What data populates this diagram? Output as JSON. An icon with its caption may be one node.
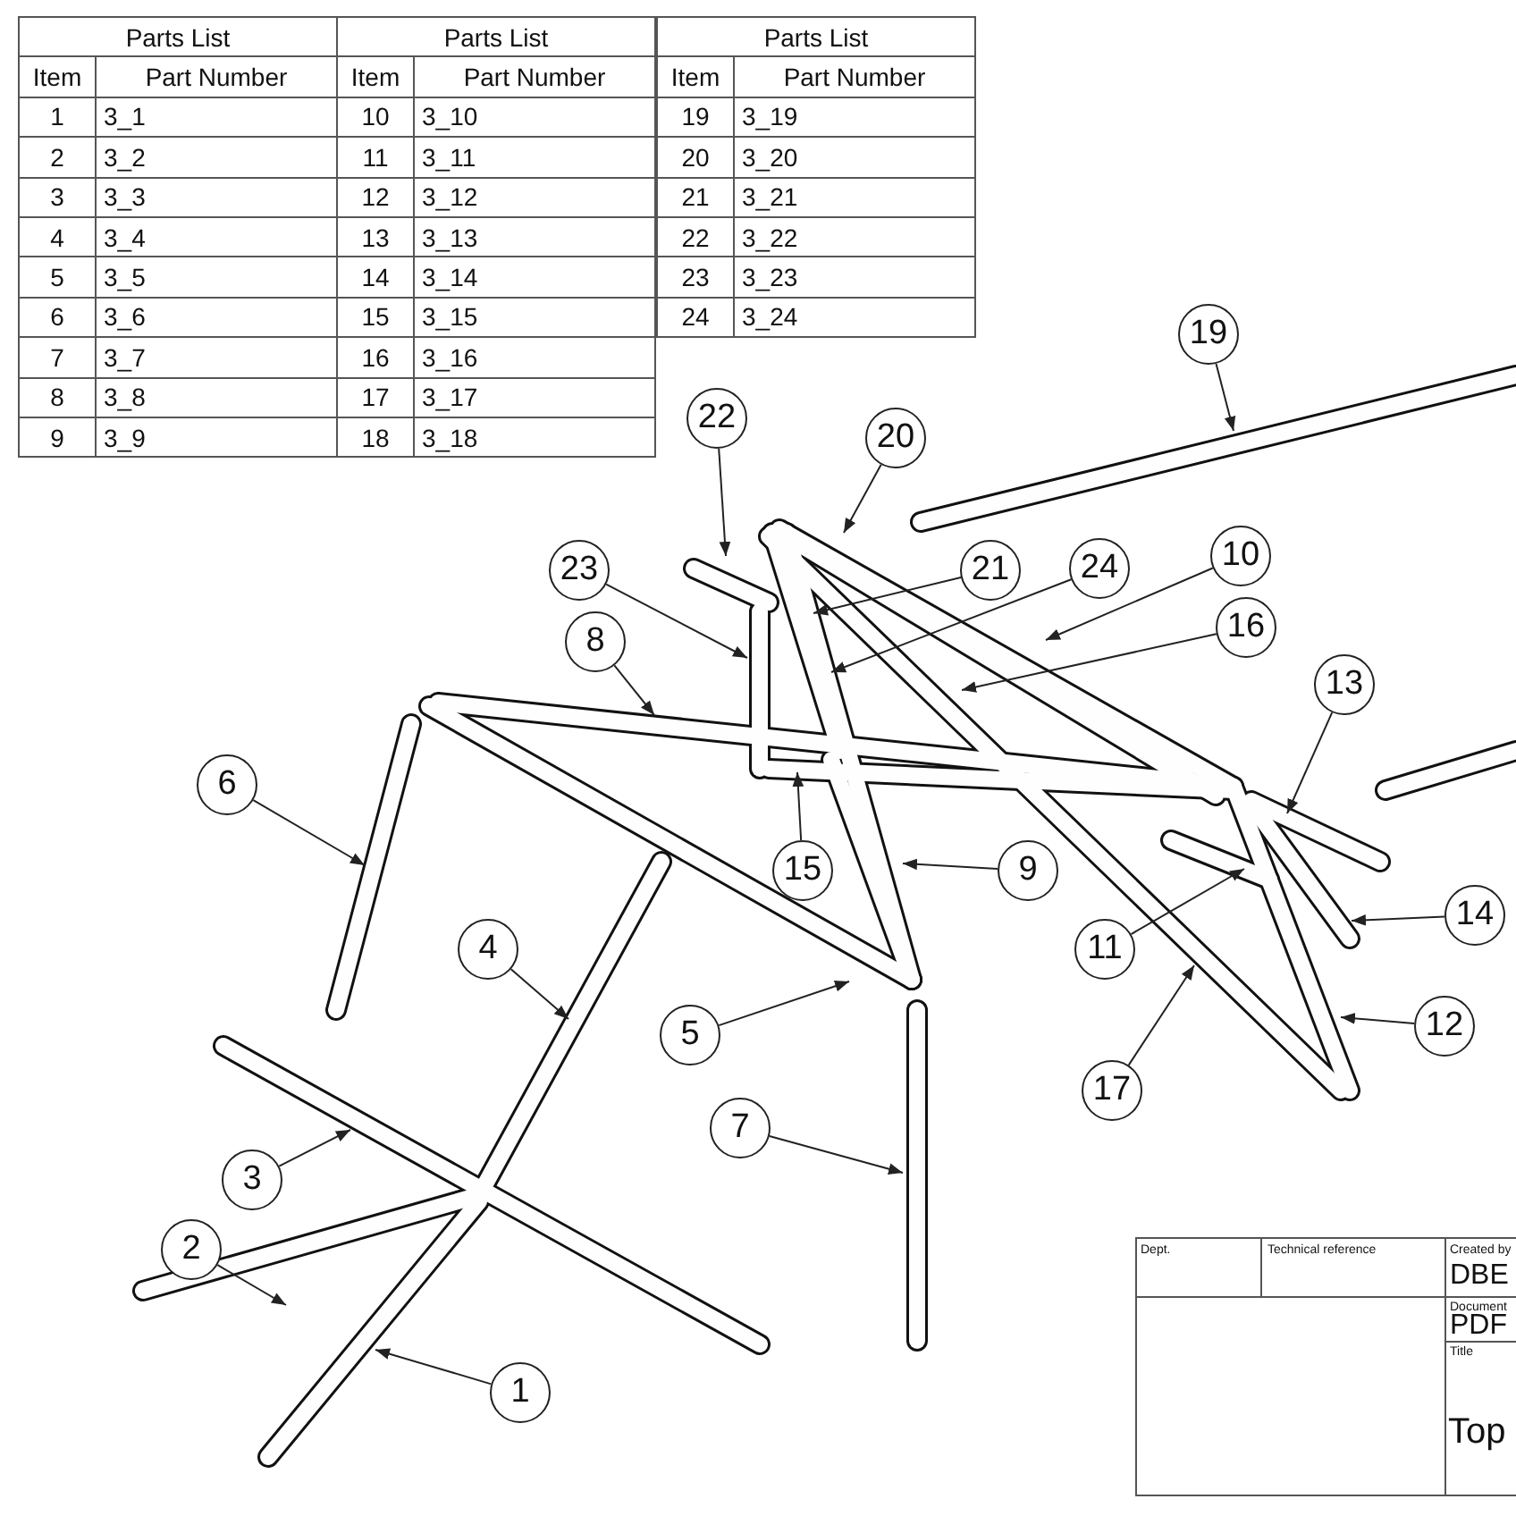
{
  "diagram": {
    "nodes": [
      {
        "text": [
          "19"
        ]
      },
      {
        "text": [
          "22"
        ]
      },
      {
        "text": [
          "20"
        ]
      },
      {
        "text": [
          "21"
        ]
      },
      {
        "text": [
          "24"
        ]
      },
      {
        "text": [
          "10"
        ]
      },
      {
        "text": [
          "23"
        ]
      },
      {
        "text": [
          "16"
        ]
      },
      {
        "text": [
          "8"
        ]
      },
      {
        "text": [
          "13"
        ]
      },
      {
        "text": [
          "6"
        ]
      },
      {
        "text": [
          "15"
        ]
      },
      {
        "text": [
          "9"
        ]
      },
      {
        "text": [
          "14"
        ]
      },
      {
        "text": [
          "11"
        ]
      },
      {
        "text": [
          "4"
        ]
      },
      {
        "text": [
          "12"
        ]
      },
      {
        "text": [
          "5"
        ]
      },
      {
        "text": [
          "17"
        ]
      },
      {
        "text": [
          "7"
        ]
      },
      {
        "text": [
          "3"
        ]
      },
      {
        "text": [
          "2"
        ]
      },
      {
        "text": [
          "1"
        ]
      }
    ],
    "edges": [
      {
        "from": 0,
        "to": null,
        "arrow": "to"
      },
      {
        "from": 1,
        "to": null,
        "arrow": "to"
      },
      {
        "from": 2,
        "to": null,
        "arrow": "to"
      },
      {
        "from": 3,
        "to": null,
        "arrow": "to"
      },
      {
        "from": 4,
        "to": null,
        "arrow": "to"
      },
      {
        "from": 5,
        "to": null,
        "arrow": "to"
      },
      {
        "from": 6,
        "to": null,
        "arrow": "to"
      },
      {
        "from": 7,
        "to": null,
        "arrow": "to"
      },
      {
        "from": 8,
        "to": null,
        "arrow": "to"
      },
      {
        "from": 9,
        "to": null,
        "arrow": "to"
      },
      {
        "from": 10,
        "to": null,
        "arrow": "to"
      },
      {
        "from": 11,
        "to": null,
        "arrow": "to"
      },
      {
        "from": 12,
        "to": null,
        "arrow": "to"
      },
      {
        "from": 13,
        "to": null,
        "arrow": "to"
      },
      {
        "from": 14,
        "to": null,
        "arrow": "to"
      },
      {
        "from": 15,
        "to": null,
        "arrow": "to"
      },
      {
        "from": 16,
        "to": null,
        "arrow": "to"
      },
      {
        "from": 17,
        "to": null,
        "arrow": "to"
      },
      {
        "from": 18,
        "to": null,
        "arrow": "to"
      },
      {
        "from": 19,
        "to": null,
        "arrow": "to"
      },
      {
        "from": 20,
        "to": null,
        "arrow": "to"
      },
      {
        "from": 21,
        "to": null,
        "arrow": "to"
      },
      {
        "from": 22,
        "to": null,
        "arrow": "to"
      }
    ],
    "labels": [
      "Parts List",
      "Parts List",
      "Parts List",
      "Item",
      "Part Number",
      "Item",
      "Part Number",
      "Item",
      "Part Number",
      "1",
      "3_1",
      "10",
      "3_10",
      "19",
      "3_19",
      "2",
      "3_2",
      "11",
      "3_11",
      "20",
      "3_20",
      "3",
      "3_3",
      "12",
      "3_12",
      "21",
      "3_21",
      "4",
      "3_4",
      "13",
      "3_13",
      "22",
      "3_22",
      "5",
      "3_5",
      "14",
      "3_14",
      "23",
      "3_23",
      "6",
      "3_6",
      "15",
      "3_15",
      "24",
      "3_24",
      "7",
      "3_7",
      "16",
      "3_16",
      "8",
      "3_8",
      "17",
      "3_17",
      "9",
      "3_9",
      "18",
      "3_18",
      "Dept.",
      "Technical reference",
      "Created by",
      "DBE",
      "Document",
      "PDF",
      "Title",
      "Top"
    ]
  }
}
